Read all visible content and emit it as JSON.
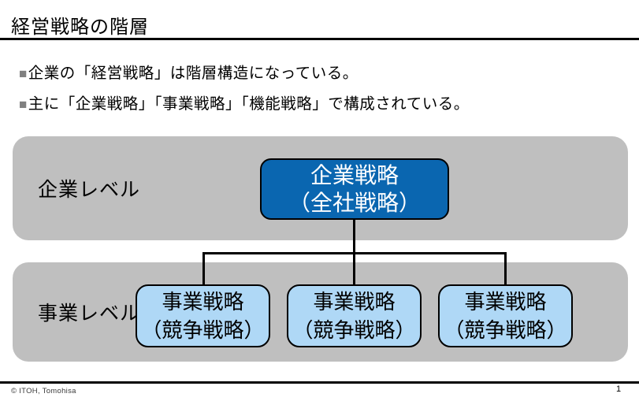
{
  "header": {
    "title": "経営戦略の階層"
  },
  "bullets": [
    {
      "marker": "■",
      "text": "企業の「経営戦略」は階層構造になっている。"
    },
    {
      "marker": "■",
      "text": "主に「企業戦略」「事業戦略」「機能戦略」で構成されている。"
    }
  ],
  "diagram": {
    "levels": [
      {
        "label": "企業レベル",
        "boxes": [
          {
            "line1": "企業戦略",
            "line2": "（全社戦略）"
          }
        ]
      },
      {
        "label": "事業レベル",
        "boxes": [
          {
            "line1": "事業戦略",
            "line2": "（競争戦略）"
          },
          {
            "line1": "事業戦略",
            "line2": "（競争戦略）"
          },
          {
            "line1": "事業戦略",
            "line2": "（競争戦略）"
          }
        ]
      }
    ],
    "colors": {
      "band_gray": "#BFBFBF",
      "corporate_box_fill": "#0A66B0",
      "corporate_box_text": "#FFFFFF",
      "business_box_fill": "#AFD8F6",
      "bullet_marker_gray": "#808080",
      "connector_black": "#000000"
    }
  },
  "footer": {
    "copyright": "© ITOH, Tomohisa",
    "page_number": "1"
  }
}
